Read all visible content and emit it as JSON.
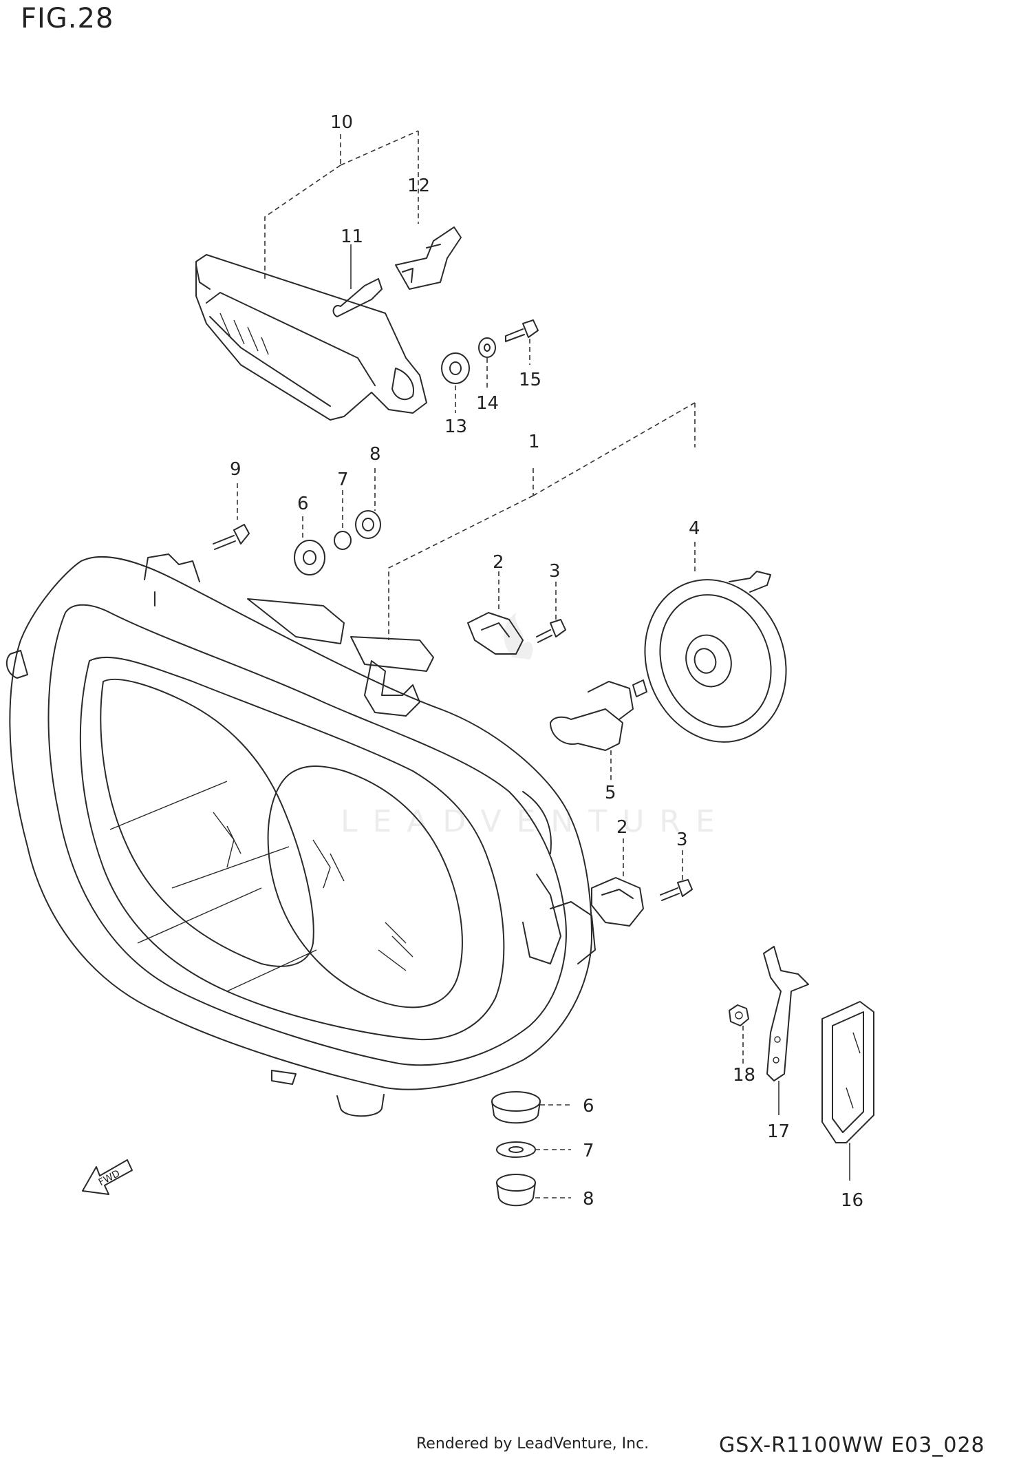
{
  "figure": {
    "title": "FIG.28",
    "model_code": "GSX-R1100WW  E03_028",
    "rendered_by": "Rendered by LeadVenture, Inc.",
    "watermark": "LEADVENTURE",
    "fwd_label": "FWD"
  },
  "callouts": [
    {
      "id": "c1",
      "label": "1"
    },
    {
      "id": "c2a",
      "label": "2"
    },
    {
      "id": "c2b",
      "label": "2"
    },
    {
      "id": "c3a",
      "label": "3"
    },
    {
      "id": "c3b",
      "label": "3"
    },
    {
      "id": "c4",
      "label": "4"
    },
    {
      "id": "c5",
      "label": "5"
    },
    {
      "id": "c6a",
      "label": "6"
    },
    {
      "id": "c6b",
      "label": "6"
    },
    {
      "id": "c7a",
      "label": "7"
    },
    {
      "id": "c7b",
      "label": "7"
    },
    {
      "id": "c8a",
      "label": "8"
    },
    {
      "id": "c8b",
      "label": "8"
    },
    {
      "id": "c9",
      "label": "9"
    },
    {
      "id": "c10",
      "label": "10"
    },
    {
      "id": "c11",
      "label": "11"
    },
    {
      "id": "c12",
      "label": "12"
    },
    {
      "id": "c13",
      "label": "13"
    },
    {
      "id": "c14",
      "label": "14"
    },
    {
      "id": "c15",
      "label": "15"
    },
    {
      "id": "c16",
      "label": "16"
    },
    {
      "id": "c17",
      "label": "17"
    },
    {
      "id": "c18",
      "label": "18"
    }
  ]
}
